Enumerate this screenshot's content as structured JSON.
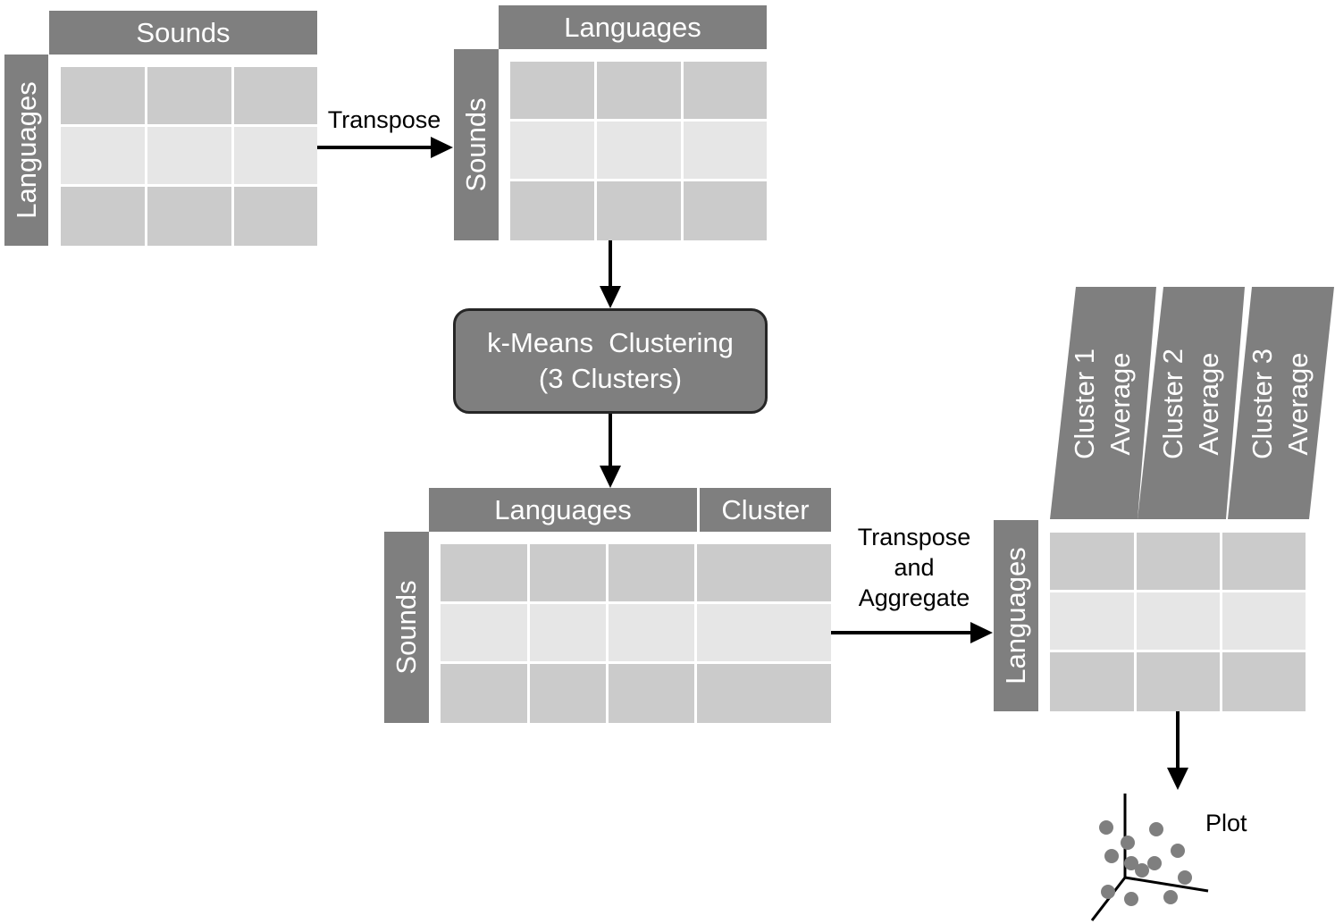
{
  "table1": {
    "top_header": "Sounds",
    "side_header": "Languages"
  },
  "step1": {
    "label": "Transpose"
  },
  "table2": {
    "top_header": "Languages",
    "side_header": "Sounds"
  },
  "clustering": {
    "line1": "k-Means  Clustering",
    "line2": "(3 Clusters)"
  },
  "table3": {
    "top_header": "Languages",
    "extra_header": "Cluster",
    "side_header": "Sounds"
  },
  "step2": {
    "line1": "Transpose",
    "line2": "and",
    "line3": "Aggregate"
  },
  "table4": {
    "side_header": "Languages",
    "columns": [
      {
        "line1": "Cluster 1",
        "line2": "Average"
      },
      {
        "line1": "Cluster 2",
        "line2": "Average"
      },
      {
        "line1": "Cluster 3",
        "line2": "Average"
      }
    ]
  },
  "plot": {
    "label": "Plot",
    "point_color": "#7f7f7f"
  }
}
